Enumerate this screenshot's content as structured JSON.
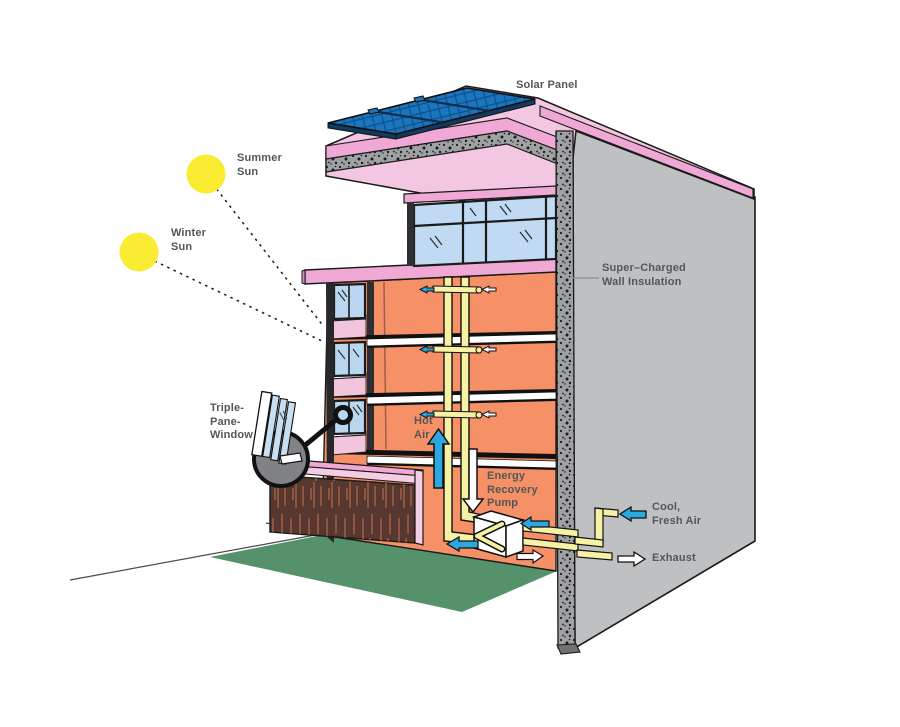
{
  "diagram": {
    "title": "Passive house energy concept cutaway",
    "labels": {
      "solar_panel": "Solar Panel",
      "summer_sun": "Summer\nSun",
      "winter_sun": "Winter\nSun",
      "triple_pane_window": "Triple-\nPane-\nWindow",
      "wall_insulation": "Super–Charged\nWall Insulation",
      "hot_air": "Hot\nAir",
      "energy_recovery_pump": "Energy\nRecovery\nPump",
      "cool_fresh_air": "Cool,\nFresh Air",
      "exhaust": "Exhaust"
    },
    "icons": {
      "summer_sun_icon": "yellow-circle",
      "winter_sun_icon": "yellow-circle",
      "sun_ray": "dashed-line",
      "hot_air_arrow": "blue-up-arrow",
      "stale_air_arrow": "white-down-arrow",
      "fresh_air_arrows": "blue-left-arrows",
      "exhaust_arrows": "white-right-arrows",
      "magnifier": "gray-circle-callout",
      "triple_pane_glass": "three-glass-panes"
    },
    "colors": {
      "label_gray": "#55565A",
      "roof_pink": "#EFA9D4",
      "soffit_pink": "#F3C7E1",
      "interior_orange": "#F69067",
      "wall_gray": "#BEC0C2",
      "insulation_gray": "#9FA1A4",
      "ground_green": "#55926B",
      "wood_brown": "#573831",
      "solar_blue": "#1B75BC",
      "glass_blue": "#BFDAF2",
      "pipe_yellow": "#F7F1A3",
      "air_blue": "#2BA8E0",
      "sun_yellow": "#F9EC33"
    }
  }
}
